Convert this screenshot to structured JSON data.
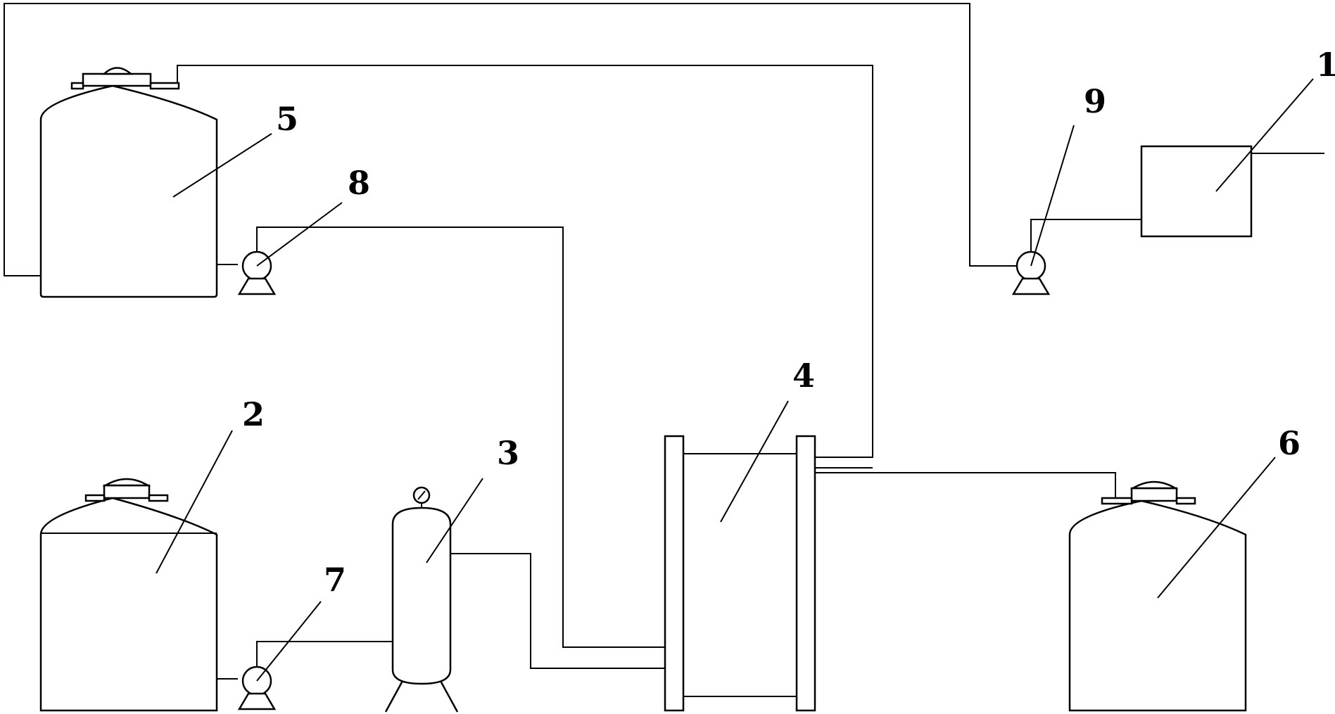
{
  "labels": {
    "tank_1": "1",
    "tank_2": "2",
    "vessel_3": "3",
    "filter_4": "4",
    "tank_5": "5",
    "tank_6": "6",
    "pump_7": "7",
    "pump_8": "8",
    "pump_9": "9"
  },
  "colors": {
    "line": "#000000",
    "background": "#ffffff"
  }
}
